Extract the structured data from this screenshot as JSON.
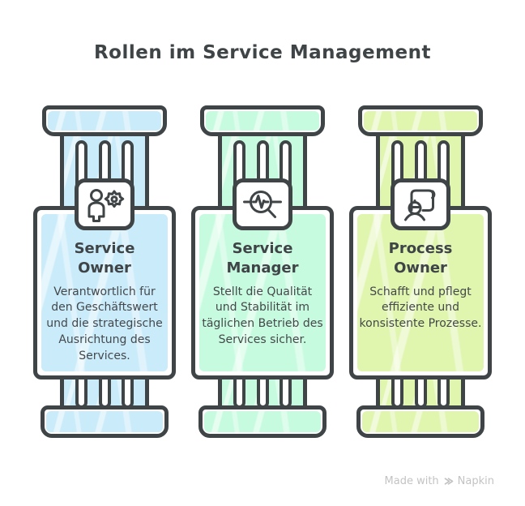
{
  "title": "Rollen im Service Management",
  "pillars": [
    {
      "title": "Service Owner",
      "description": "Verantwortlich für den Geschäftswert und die strategische Ausrichtung des Services.",
      "icon": "person-gear-icon",
      "accent": "#C9EBFA"
    },
    {
      "title": "Service Manager",
      "description": "Stellt die Qualität und Stabilität im täglichen Betrieb des Services sicher.",
      "icon": "pulse-magnifier-icon",
      "accent": "#C7FBDF"
    },
    {
      "title": "Process Owner",
      "description": "Schafft und pflegt effiziente und konsistente Prozesse.",
      "icon": "engineer-blueprint-icon",
      "accent": "#E0F5AE"
    }
  ],
  "colors": {
    "outline": "#3F4447",
    "text": "#45484B",
    "background": "#FFFFFF",
    "watermark": "#C3C3C3"
  },
  "watermark": {
    "text": "Made with",
    "brand": "Napkin"
  }
}
